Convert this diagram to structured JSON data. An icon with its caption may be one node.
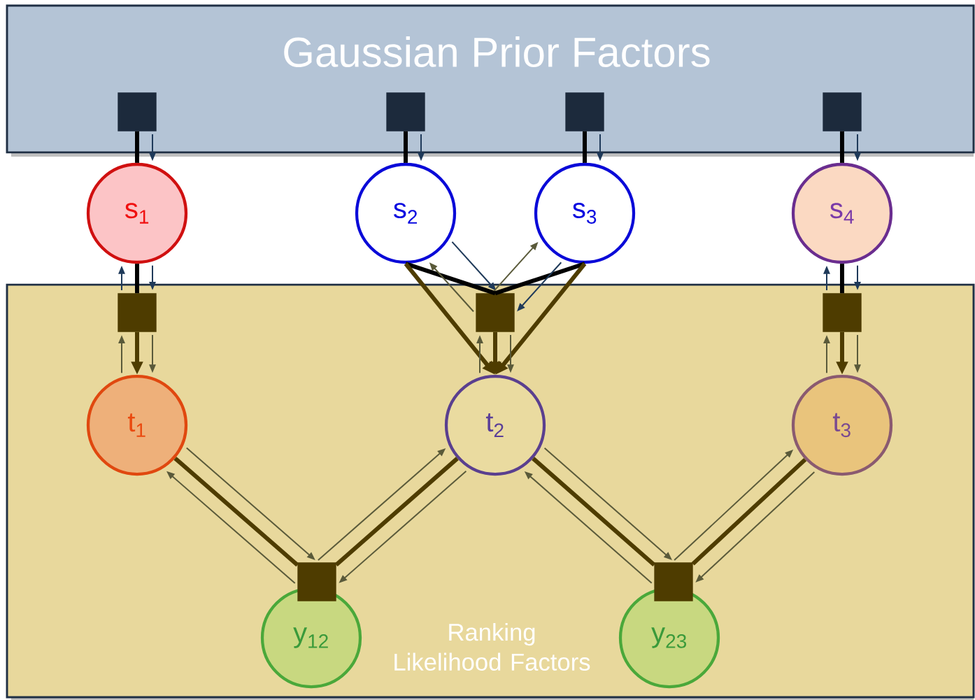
{
  "diagram": {
    "nodes": [
      {
        "text": [
          "Gaussian Prior Factors"
        ]
      },
      {
        "text": [
          "Ranking Likelihood Factors"
        ]
      },
      {
        "text": [],
        "shape": "box",
        "in": 0
      },
      {
        "text": [],
        "shape": "box",
        "in": 0
      },
      {
        "text": [],
        "shape": "box",
        "in": 0
      },
      {
        "text": [],
        "shape": "box",
        "in": 0
      },
      {
        "text": [
          "s$_{1}$"
        ]
      },
      {
        "text": [
          "s$_{2}$"
        ]
      },
      {
        "text": [
          "s$_{3}$"
        ]
      },
      {
        "text": [
          "s$_{4}$"
        ]
      },
      {
        "text": [],
        "shape": "box",
        "in": 1
      },
      {
        "text": [],
        "shape": "box",
        "in": 1
      },
      {
        "text": [],
        "shape": "box",
        "in": 1
      },
      {
        "text": [
          "t$_{1}$"
        ],
        "in": 1
      },
      {
        "text": [
          "t$_{2}$"
        ],
        "in": 1
      },
      {
        "text": [
          "t$_{3}$"
        ],
        "in": 1
      },
      {
        "text": [],
        "shape": "box",
        "in": 1
      },
      {
        "text": [],
        "shape": "box",
        "in": 1
      },
      {
        "text": [
          "y$_{12}$"
        ],
        "in": 1
      },
      {
        "text": [
          "y$_{23}$"
        ],
        "in": 1
      }
    ],
    "edges": [
      {
        "from": 2,
        "to": 6,
        "arrow": "none",
        "style": "thick",
        "color": "#000000"
      },
      {
        "from": 3,
        "to": 7,
        "arrow": "none",
        "style": "thick",
        "color": "#000000"
      },
      {
        "from": 4,
        "to": 8,
        "arrow": "none",
        "style": "thick",
        "color": "#000000"
      },
      {
        "from": 5,
        "to": 9,
        "arrow": "none",
        "style": "thick",
        "color": "#000000"
      },
      {
        "from": 6,
        "to": 10,
        "arrow": "none",
        "style": "thick",
        "color": "#000000"
      },
      {
        "from": 10,
        "to": 13,
        "arrow": "to",
        "style": "thick",
        "color": "#4e3c00"
      },
      {
        "from": 7,
        "to": 11,
        "arrow": "none",
        "style": "thick",
        "color": "#000000"
      },
      {
        "from": 8,
        "to": 11,
        "arrow": "none",
        "style": "thick",
        "color": "#000000"
      },
      {
        "from": 7,
        "to": 14,
        "arrow": "to",
        "style": "thick",
        "color": "#4e3c00"
      },
      {
        "from": 8,
        "to": 14,
        "arrow": "to",
        "style": "thick",
        "color": "#4e3c00"
      },
      {
        "from": 11,
        "to": 14,
        "arrow": "to",
        "style": "thick",
        "color": "#4e3c00"
      },
      {
        "from": 9,
        "to": 12,
        "arrow": "none",
        "style": "thick",
        "color": "#000000"
      },
      {
        "from": 12,
        "to": 15,
        "arrow": "to",
        "style": "thick",
        "color": "#4e3c00"
      },
      {
        "from": 13,
        "to": 16,
        "arrow": "none",
        "style": "thick",
        "color": "#4e3c00"
      },
      {
        "from": 14,
        "to": 16,
        "arrow": "none",
        "style": "thick",
        "color": "#4e3c00"
      },
      {
        "from": 14,
        "to": 17,
        "arrow": "none",
        "style": "thick",
        "color": "#4e3c00"
      },
      {
        "from": 15,
        "to": 17,
        "arrow": "none",
        "style": "thick",
        "color": "#4e3c00"
      },
      {
        "from": 2,
        "to": 6,
        "arrow": "to",
        "color": "#1f3a5a"
      },
      {
        "from": 3,
        "to": 7,
        "arrow": "to",
        "color": "#1f3a5a"
      },
      {
        "from": 4,
        "to": 8,
        "arrow": "to",
        "color": "#1f3a5a"
      },
      {
        "from": 5,
        "to": 9,
        "arrow": "to",
        "color": "#1f3a5a"
      },
      {
        "from": 10,
        "to": 6,
        "arrow": "to",
        "color": "#1f3a5a"
      },
      {
        "from": 6,
        "to": 10,
        "arrow": "to",
        "color": "#1f3a5a"
      },
      {
        "from": 12,
        "to": 9,
        "arrow": "to",
        "color": "#1f3a5a"
      },
      {
        "from": 9,
        "to": 12,
        "arrow": "to",
        "color": "#1f3a5a"
      },
      {
        "from": 13,
        "to": 10,
        "arrow": "to"
      },
      {
        "from": 10,
        "to": 13,
        "arrow": "to"
      },
      {
        "from": 15,
        "to": 12,
        "arrow": "to"
      },
      {
        "from": 12,
        "to": 15,
        "arrow": "to"
      },
      {
        "from": 14,
        "to": 11,
        "arrow": "to"
      },
      {
        "from": 11,
        "to": 14,
        "arrow": "to"
      },
      {
        "from": 7,
        "to": 11,
        "arrow": "to",
        "color": "#1f3a5a"
      },
      {
        "from": 8,
        "to": 11,
        "arrow": "to",
        "color": "#1f3a5a"
      },
      {
        "from": 11,
        "to": 7,
        "arrow": "to"
      },
      {
        "from": 11,
        "to": 8,
        "arrow": "to"
      },
      {
        "from": 13,
        "to": 16,
        "arrow": "to"
      },
      {
        "from": 16,
        "to": 13,
        "arrow": "to"
      },
      {
        "from": 16,
        "to": 14,
        "arrow": "to"
      },
      {
        "from": 14,
        "to": 16,
        "arrow": "to"
      },
      {
        "from": 14,
        "to": 17,
        "arrow": "to"
      },
      {
        "from": 17,
        "to": 14,
        "arrow": "to"
      },
      {
        "from": 17,
        "to": 15,
        "arrow": "to"
      },
      {
        "from": 15,
        "to": 17,
        "arrow": "to"
      }
    ]
  }
}
